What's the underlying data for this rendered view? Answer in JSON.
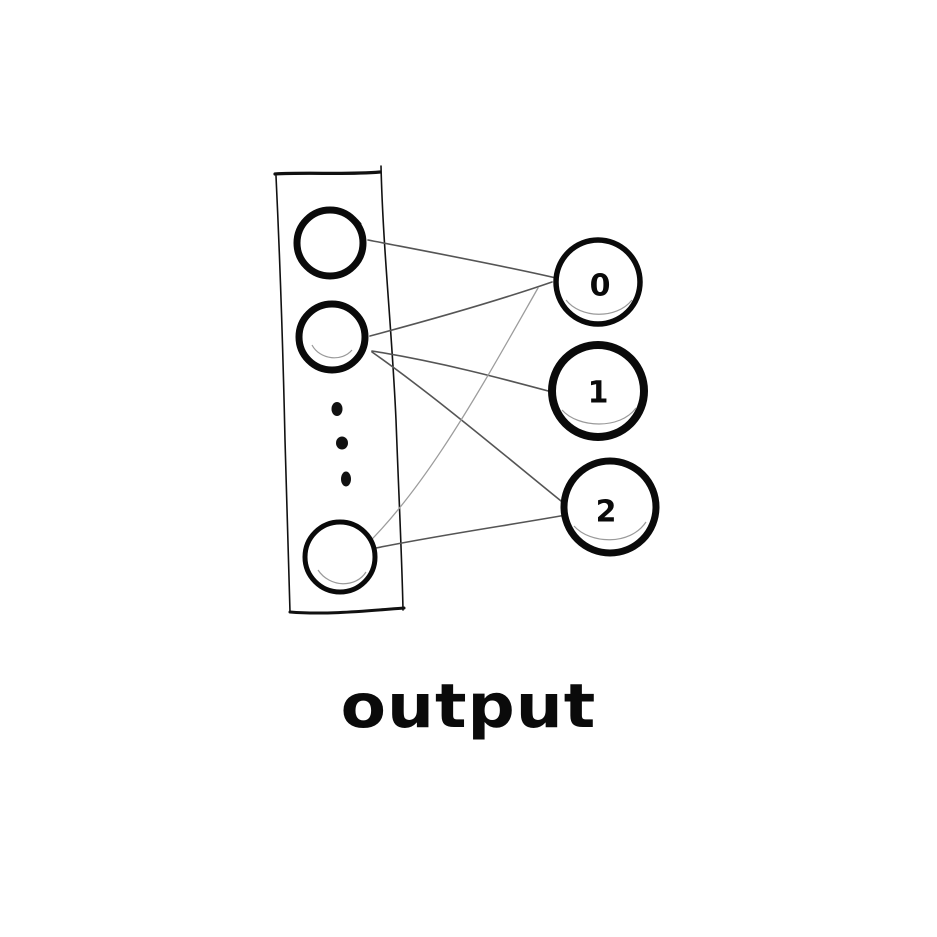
{
  "diagram": {
    "caption": "output",
    "output_nodes": [
      {
        "label": "0"
      },
      {
        "label": "1"
      },
      {
        "label": "2"
      }
    ],
    "input_nodes": [
      {
        "label": ""
      },
      {
        "label": ""
      },
      {
        "label": ""
      }
    ],
    "ellipsis": "vertical-dots",
    "connections": [
      {
        "from": "input-1",
        "to": "output-0"
      },
      {
        "from": "input-2",
        "to": "output-0"
      },
      {
        "from": "input-2",
        "to": "output-1"
      },
      {
        "from": "input-2",
        "to": "output-2"
      },
      {
        "from": "input-last",
        "to": "output-0"
      },
      {
        "from": "input-last",
        "to": "output-2"
      }
    ],
    "stroke_color": "#111111"
  }
}
